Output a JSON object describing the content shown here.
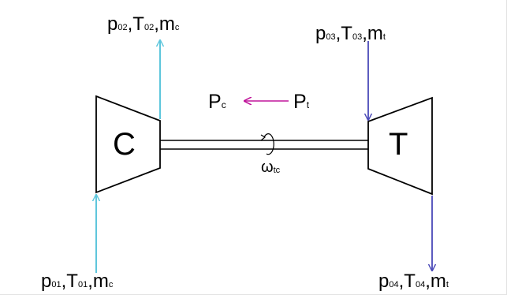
{
  "colors": {
    "compressor_flow": "#5ec6dc",
    "turbine_flow": "#4a49b8",
    "power_arrow": "#c0169b",
    "outline": "#000000"
  },
  "labels": {
    "compressor_letter": "C",
    "turbine_letter": "T",
    "omega_main": "ω",
    "omega_sub": "tc",
    "power_compressor_main": "P",
    "power_compressor_sub": "c",
    "power_turbine_main": "P",
    "power_turbine_sub": "t",
    "compressor_inlet": {
      "p": "p",
      "p_sub": "01",
      "T": "T",
      "T_sub": "01",
      "m": "m",
      "m_sub": "c"
    },
    "compressor_outlet": {
      "p": "p",
      "p_sub": "02",
      "T": "T",
      "T_sub": "02",
      "m": "m",
      "m_sub": "c"
    },
    "turbine_inlet": {
      "p": "p",
      "p_sub": "03",
      "T": "T",
      "T_sub": "03",
      "m": "m",
      "m_sub": "t"
    },
    "turbine_outlet": {
      "p": "p",
      "p_sub": "04",
      "T": "T",
      "T_sub": "04",
      "m": "m",
      "m_sub": "t"
    },
    "separator": ","
  }
}
